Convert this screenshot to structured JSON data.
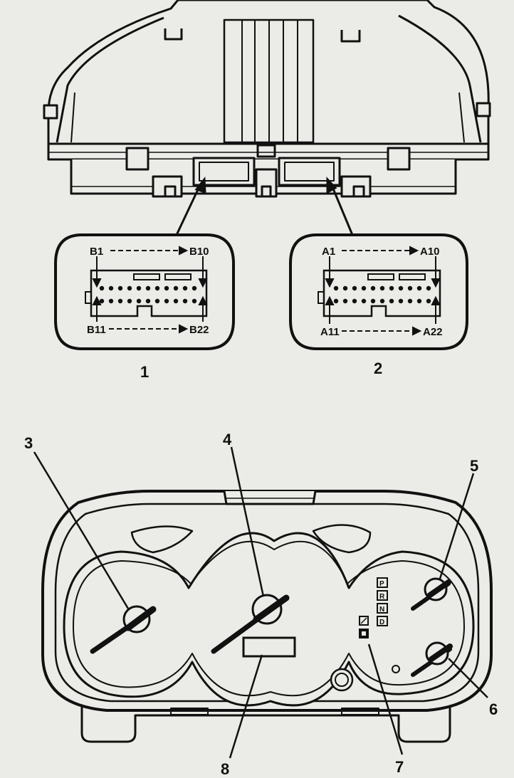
{
  "connector_b": {
    "top_start": "B1",
    "top_end": "B10",
    "bottom_start": "B11",
    "bottom_end": "B22"
  },
  "connector_a": {
    "top_start": "A1",
    "top_end": "A10",
    "bottom_start": "A11",
    "bottom_end": "A22"
  },
  "callouts": {
    "c1": "1",
    "c2": "2",
    "c3": "3",
    "c4": "4",
    "c5": "5",
    "c6": "6",
    "c7": "7",
    "c8": "8"
  },
  "gear_indicator": [
    "P",
    "R",
    "N",
    "D"
  ],
  "stroke_color": "#111111",
  "paper_color": "#ebebe7"
}
